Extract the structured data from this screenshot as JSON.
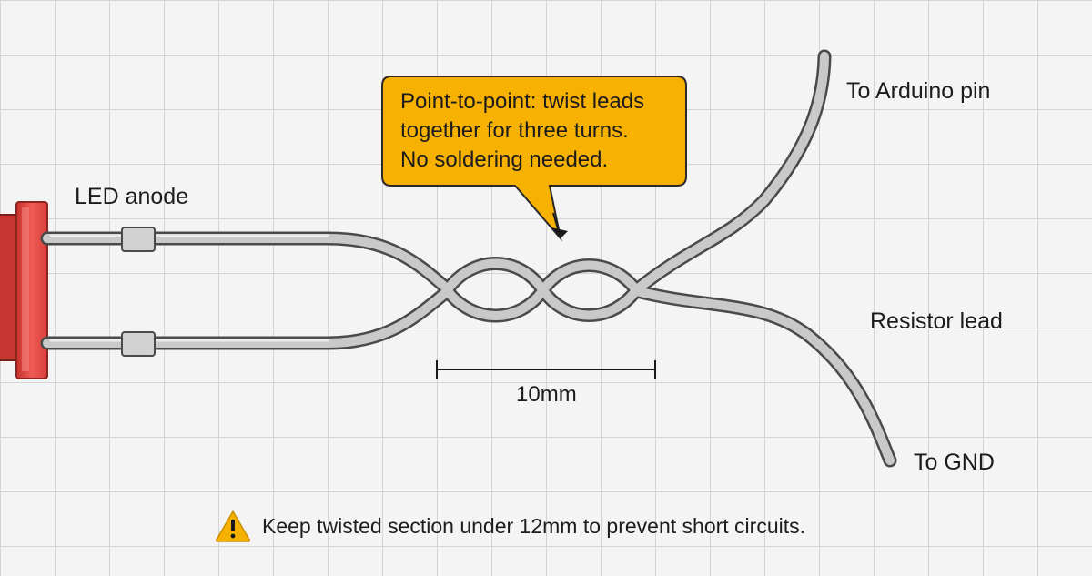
{
  "labels": {
    "led_anode": "LED anode",
    "to_arduino": "To Arduino pin",
    "resistor_lead": "Resistor lead",
    "to_gnd": "To GND",
    "dimension": "10mm"
  },
  "callout": {
    "lines": [
      "Point-to-point: twist leads",
      "together for three turns.",
      "No soldering needed."
    ]
  },
  "warning": {
    "icon": "warning-triangle-icon",
    "text": "Keep twisted section under 12mm to prevent short circuits."
  },
  "colors": {
    "led_red": "#e84a44",
    "callout_fill": "#f7b100",
    "wire": "#c8c8c8",
    "wire_outline": "#4a4a4a",
    "warning_yellow": "#f5b000"
  }
}
